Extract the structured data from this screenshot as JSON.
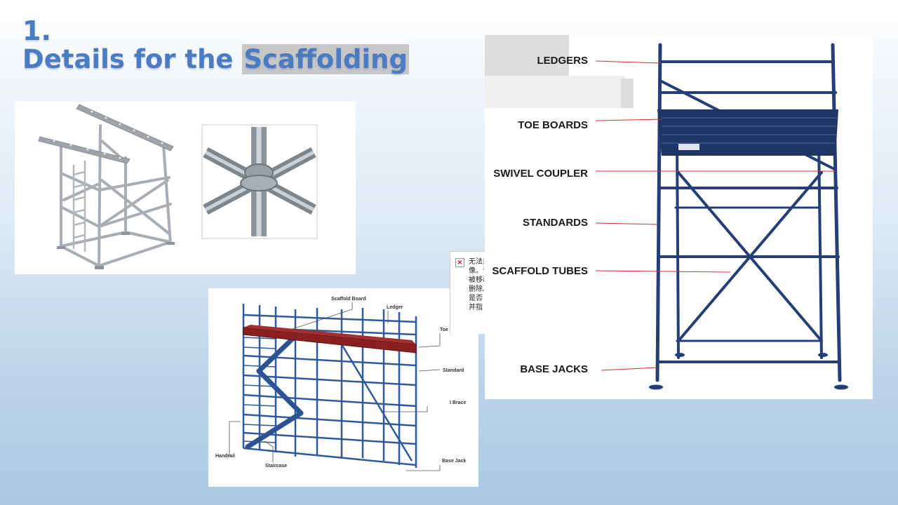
{
  "slide": {
    "number": "1.",
    "title_prefix": "Details for the ",
    "title_highlight": "Scaffolding"
  },
  "broken_image": {
    "icon": "broken-image-icon",
    "text_lines": [
      "无法显",
      "像。该",
      "被移动",
      "删除。",
      "是否",
      "并指"
    ]
  },
  "diagram_tower": {
    "labels": {
      "ledgers": "LEDGERS",
      "toe_boards": "TOE BOARDS",
      "swivel_coupler": "SWIVEL COUPLER",
      "standards": "STANDARDS",
      "scaffold_tubes": "SCAFFOLD TUBES",
      "base_jacks": "BASE JACKS"
    },
    "leader_color": "#d62c2c",
    "tube_color": "#243f78"
  },
  "diagram_facade": {
    "labels": {
      "scaffold_board": "Scaffold Board",
      "ledger": "Ledger",
      "toe_board": "Toe Board",
      "standard": "Standard",
      "brace": "I Brace",
      "handrail": "Handrail",
      "staircase": "Staircase",
      "base_jack": "Base Jack"
    },
    "board_color": "#8a1f1f",
    "tube_color": "#2f5a9c"
  },
  "photo_frame": {
    "icon": "galvanized-frame-icon"
  },
  "photo_joint": {
    "icon": "cuplock-joint-icon"
  }
}
